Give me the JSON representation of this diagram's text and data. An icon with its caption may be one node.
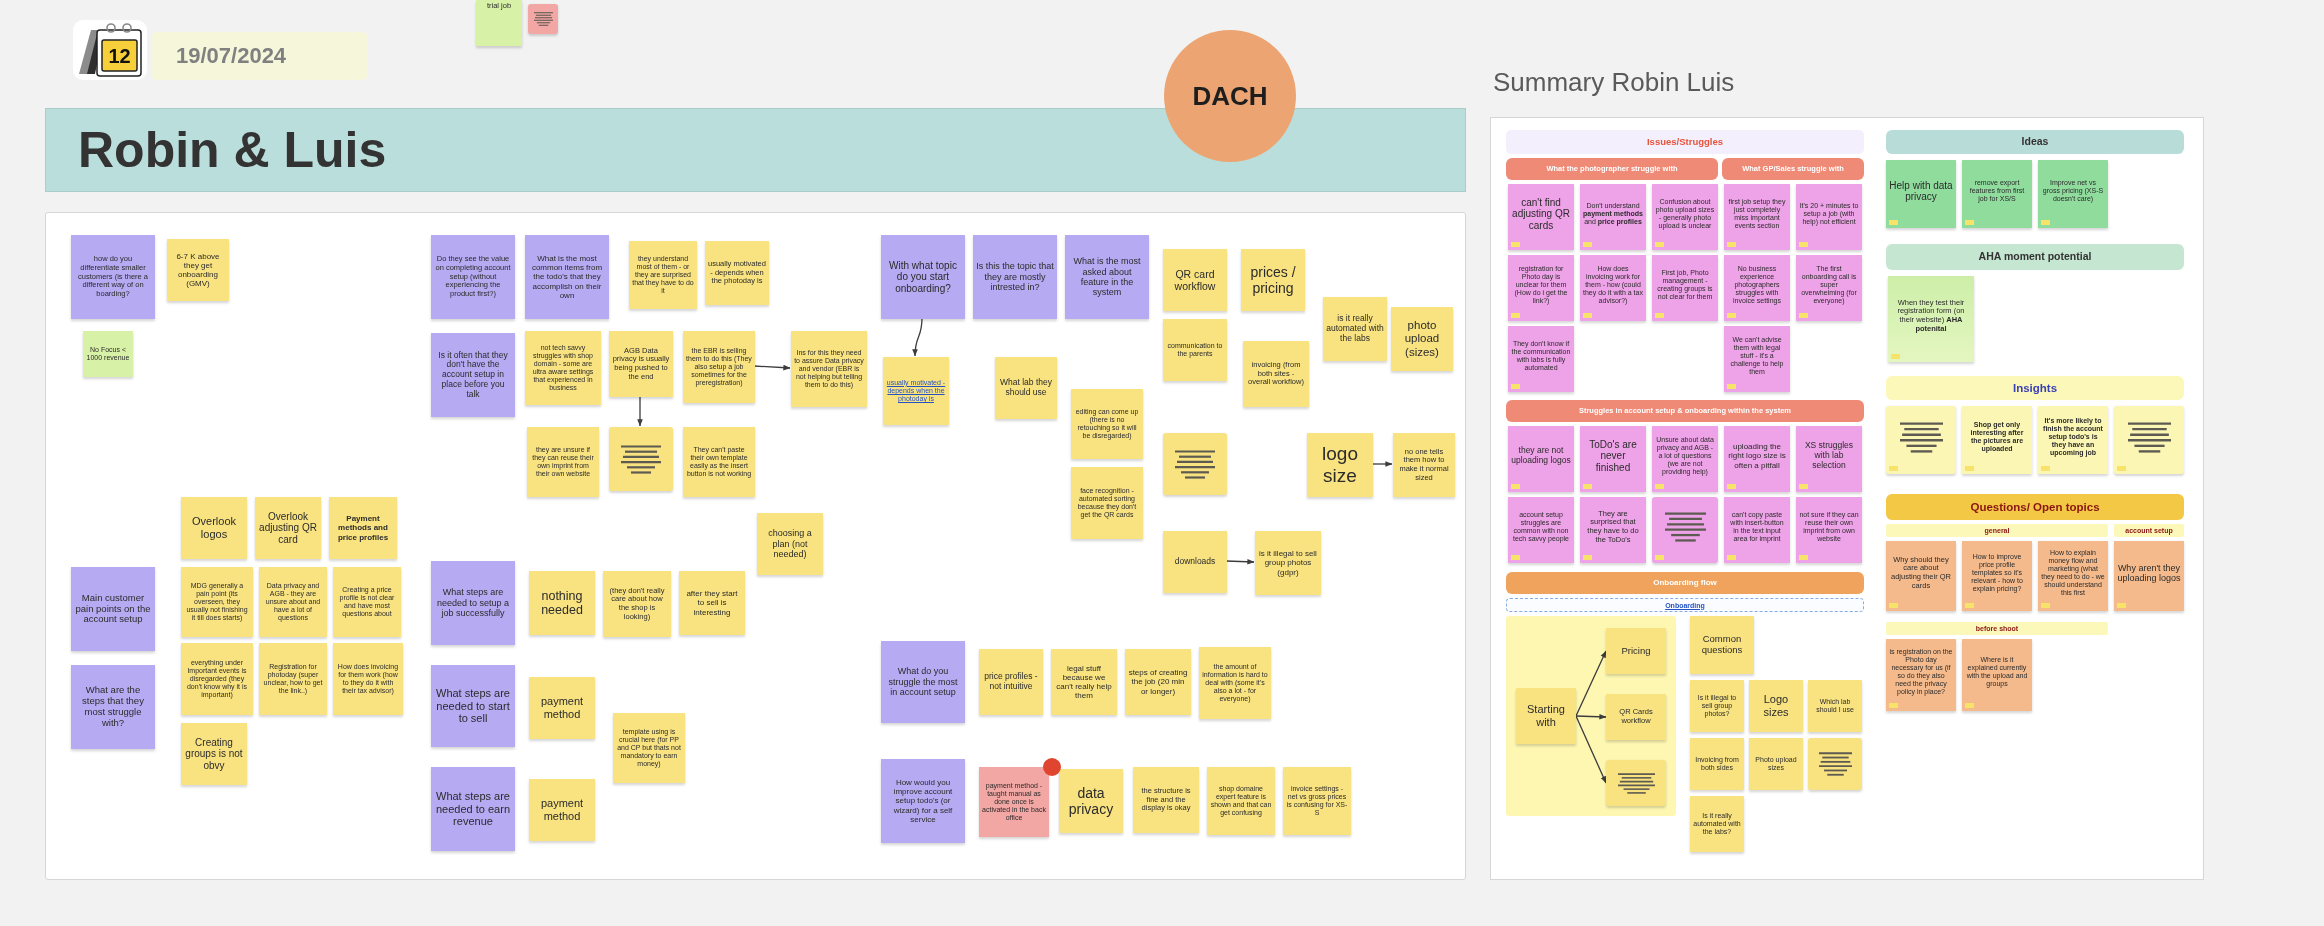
{
  "diagram": {
    "nodes": [
      {
        "text": [
          "12"
        ]
      },
      {
        "text": [
          "19/07/2024"
        ]
      },
      {
        "text": [
          "trial job"
        ]
      },
      {
        "text": [],
        "shape": "box"
      },
      {
        "text": [
          "Robin & Luis"
        ]
      },
      {
        "text": [
          "DACH"
        ]
      },
      {
        "text": [],
        "shape": "box"
      },
      {
        "text": [
          "how do you differentiate smaller customers (is there a different way of on boarding?"
        ],
        "in": 6
      },
      {
        "text": [
          "6-7 K above they get onboarding (GMV)"
        ],
        "in": 6
      },
      {
        "text": [
          "No Focus < 1000 revenue"
        ],
        "in": 6
      },
      {
        "text": [
          "Overlook logos"
        ],
        "in": 6
      },
      {
        "text": [
          "Overlook adjusting QR card"
        ],
        "in": 6
      },
      {
        "text": [
          "Payment methods and price profiles"
        ],
        "in": 6
      },
      {
        "text": [
          "Main customer pain points on the account setup"
        ],
        "in": 6
      },
      {
        "text": [
          "MDG generally a pain point (its overseen, they usually not finishing it till does starts)"
        ],
        "in": 6
      },
      {
        "text": [
          "Data privacy and AGB - they are unsure about and have a lot of questions"
        ],
        "in": 6
      },
      {
        "text": [
          "Creating a price profile is not clear and have most questions about"
        ],
        "in": 6
      },
      {
        "text": [
          "everything under Important events is disregarded (they don't know why it is important)"
        ],
        "in": 6
      },
      {
        "text": [
          "Registration for photoday (super unclear, how to get the link..)"
        ],
        "in": 6
      },
      {
        "text": [
          "How does invoicing for them work (how to they do it with their tax advisor)"
        ],
        "in": 6
      },
      {
        "text": [
          "What are the steps that they most struggle with?"
        ],
        "in": 6
      },
      {
        "text": [
          "Creating groups is not obvy"
        ],
        "in": 6
      },
      {
        "text": [
          "Do they see the value on completing account setup (without experiencing the product first?)"
        ],
        "in": 6
      },
      {
        "text": [
          "What is the most common items from the todo's that they accomplish on their own"
        ],
        "in": 6
      },
      {
        "text": [
          "they understand most of them - or they are surprised that they have to do it"
        ],
        "in": 6
      },
      {
        "text": [
          "usually motivated - depends when the photoday is"
        ],
        "in": 6
      },
      {
        "text": [
          "Is it often that they don't have the account setup in place before you talk"
        ],
        "in": 6
      },
      {
        "text": [
          "not tech savvy struggles with shop domain - some are ultra aware settings that experienced in business"
        ],
        "in": 6
      },
      {
        "text": [
          "AGB Data privacy is usually being pushed to the end"
        ],
        "in": 6
      },
      {
        "text": [
          "the EBR is selling them to do this (They also setup a job sometimes for the preregistration)"
        ],
        "in": 6
      },
      {
        "text": [
          "Ins for this they need to assure Data privacy and vendor (EBR is not helping but telling them to do this)"
        ],
        "in": 6
      },
      {
        "text": [
          "they are unsure if they can reuse their own imprint from their own website"
        ],
        "in": 6
      },
      {
        "text": [],
        "shape": "box",
        "in": 6
      },
      {
        "text": [
          "They can't paste their own template easily as the insert button is not working"
        ],
        "in": 6
      },
      {
        "text": [
          "What steps are needed to setup a job successfully"
        ],
        "in": 6
      },
      {
        "text": [
          "choosing a plan (not needed)"
        ],
        "in": 6
      },
      {
        "text": [
          "nothing needed"
        ],
        "in": 6
      },
      {
        "text": [
          "(they don't really care about how the shop is looking)"
        ],
        "in": 6
      },
      {
        "text": [
          "after they start to sell is interesting"
        ],
        "in": 6
      },
      {
        "text": [
          "What steps are needed to start to sell"
        ],
        "in": 6
      },
      {
        "text": [
          "payment method"
        ],
        "in": 6
      },
      {
        "text": [
          "template using is crucial here (for PP and CP but thats not mandatory to earn money)"
        ],
        "in": 6
      },
      {
        "text": [
          "What steps are needed to earn revenue"
        ],
        "in": 6
      },
      {
        "text": [
          "payment method"
        ],
        "in": 6
      },
      {
        "text": [
          "With what topic do you start onboarding?"
        ],
        "in": 6
      },
      {
        "text": [
          "Is this the topic that they are mostly intrested in?"
        ],
        "in": 6
      },
      {
        "text": [
          "What is the most asked about feature in the system"
        ],
        "in": 6
      },
      {
        "text": [
          "QR card workflow"
        ],
        "in": 6
      },
      {
        "text": [
          "prices / pricing"
        ],
        "in": 6
      },
      {
        "text": [
          "usually motivated - depends when the photoday is"
        ],
        "in": 6
      },
      {
        "text": [
          "What lab they should use"
        ],
        "in": 6
      },
      {
        "text": [
          "communication to the parents"
        ],
        "in": 6
      },
      {
        "text": [
          "is it really automated with the labs"
        ],
        "in": 6
      },
      {
        "text": [
          "photo upload (sizes)"
        ],
        "in": 6
      },
      {
        "text": [
          "invoicing (from both sites - overall workflow)"
        ],
        "in": 6
      },
      {
        "text": [
          "editing can come up (there is no retouching so it will be disregarded)"
        ],
        "in": 6
      },
      {
        "text": [],
        "shape": "box",
        "in": 6
      },
      {
        "text": [
          "logo size"
        ],
        "in": 6
      },
      {
        "text": [
          "no one tells them how to make it normal sized"
        ],
        "in": 6
      },
      {
        "text": [
          "face recognition - automated sorting because they don't get the QR cards"
        ],
        "in": 6
      },
      {
        "text": [
          "downloads"
        ],
        "in": 6
      },
      {
        "text": [
          "is it illegal to sell group photos (gdpr)"
        ],
        "in": 6
      },
      {
        "text": [
          "What do you struggle the most in account setup"
        ],
        "in": 6
      },
      {
        "text": [
          "price profiles - not intuitive"
        ],
        "in": 6
      },
      {
        "text": [
          "legal stuff because we can't really help them"
        ],
        "in": 6
      },
      {
        "text": [
          "steps of creating the job (20 min or longer)"
        ],
        "in": 6
      },
      {
        "text": [
          "the amount of information is hard to deal with (some it's also a lot - for everyone)"
        ],
        "in": 6
      },
      {
        "text": [
          "How would you improve account setup todo's (or wizard) for a self service"
        ],
        "in": 6
      },
      {
        "text": [
          "payment method - taught manual as done once is activated in the back office"
        ],
        "in": 6
      },
      {
        "text": [
          "data privacy"
        ],
        "in": 6
      },
      {
        "text": [
          "the structure is fine and the display is okay"
        ],
        "in": 6
      },
      {
        "text": [
          "shop domaine expert feature is shown and that can get confusing"
        ],
        "in": 6
      },
      {
        "text": [
          "invoice settings - net vs gross prices is confusing for XS-S"
        ],
        "in": 6
      },
      {
        "text": [
          "Summary Robin Luis"
        ]
      },
      {
        "text": [
          "Issues/Struggles"
        ],
        "in": 73
      },
      {
        "text": [
          "What the photographer struggle with"
        ],
        "in": 73
      },
      {
        "text": [
          "What GP/Sales struggle with"
        ],
        "in": 73
      },
      {
        "text": [
          "can't find adjusting QR cards"
        ],
        "in": 73
      },
      {
        "text": [
          "Don't understand **payment methods** and **price profiles**"
        ],
        "in": 73
      },
      {
        "text": [
          "Confusion about photo upload sizes - generally photo upload is unclear"
        ],
        "in": 73
      },
      {
        "text": [
          "first job setup they just completely miss important events section"
        ],
        "in": 73
      },
      {
        "text": [
          "It's 20 + minutes to setup a job (with help) not efficient"
        ],
        "in": 73
      },
      {
        "text": [
          "registration for Photo day is unclear for them (How do i get the link?)"
        ],
        "in": 73
      },
      {
        "text": [
          "How does invoicing work for them - how (could they do it with a tax advisor?)"
        ],
        "in": 73
      },
      {
        "text": [
          "First job, Photo management - creating groups is not clear for them"
        ],
        "in": 73
      },
      {
        "text": [
          "No business experience photographers struggles with invoice settings"
        ],
        "in": 73
      },
      {
        "text": [
          "The first onboarding call is super overwhelming (for everyone)"
        ],
        "in": 73
      },
      {
        "text": [
          "They don't know if the communication with labs is fully automated"
        ],
        "in": 73
      },
      {
        "text": [
          "We can't advise them with legal stuff - it's a challenge to help them"
        ],
        "in": 73
      },
      {
        "text": [
          "Struggles in account setup & onboarding within the system"
        ],
        "in": 73
      },
      {
        "text": [
          "they are not uploading logos"
        ],
        "in": 73
      },
      {
        "text": [
          "ToDo's are never finished"
        ],
        "in": 73
      },
      {
        "text": [
          "Unsure about data privacy and AGB - a lot of questions (we are not providing help)"
        ],
        "in": 73
      },
      {
        "text": [
          "uploading the right logo size is often a pitfall"
        ],
        "in": 73
      },
      {
        "text": [
          "XS struggles with lab selection"
        ],
        "in": 73
      },
      {
        "text": [
          "account setup struggles are common with non tech savvy people"
        ],
        "in": 73
      },
      {
        "text": [
          "They are surprised that they have to do the ToDo's"
        ],
        "in": 73
      },
      {
        "text": [],
        "shape": "box",
        "in": 73
      },
      {
        "text": [
          "can't copy paste with insert-button in the text input area for imprint"
        ],
        "in": 73
      },
      {
        "text": [
          "not sure if they can reuse their own imprint from own website"
        ],
        "in": 73
      },
      {
        "text": [
          "Onboarding flow"
        ],
        "in": 73
      },
      {
        "text": [
          "Onboarding"
        ],
        "in": 73
      },
      {
        "text": [],
        "shape": "box",
        "in": 73
      },
      {
        "text": [
          "Starting with"
        ],
        "in": 102
      },
      {
        "text": [
          "Pricing"
        ],
        "in": 102
      },
      {
        "text": [
          "QR Cards workflow"
        ],
        "in": 102
      },
      {
        "text": [],
        "shape": "box",
        "in": 102
      },
      {
        "text": [
          "Common questions"
        ],
        "in": 73
      },
      {
        "text": [
          "Is it illegal to sell group photos?"
        ],
        "in": 73
      },
      {
        "text": [
          "Logo sizes"
        ],
        "in": 73
      },
      {
        "text": [
          "Which lab should I use"
        ],
        "in": 73
      },
      {
        "text": [
          "Invoicing from both sides"
        ],
        "in": 73
      },
      {
        "text": [
          "Photo upload sizes"
        ],
        "in": 73
      },
      {
        "text": [],
        "shape": "box",
        "in": 73
      },
      {
        "text": [
          "Is it really automated with the labs?"
        ],
        "in": 73
      },
      {
        "text": [
          "Ideas"
        ],
        "in": 73
      },
      {
        "text": [
          "Help with data privacy"
        ],
        "in": 73
      },
      {
        "text": [
          "remove export features from first job for XS/S"
        ],
        "in": 73
      },
      {
        "text": [
          "Improve net vs gross pricing (XS-S doesn't care)"
        ],
        "in": 73
      },
      {
        "text": [
          "AHA moment potential"
        ],
        "in": 73
      },
      {
        "text": [
          "When they test their registration form (on their website) **AHA potenital**"
        ],
        "in": 73
      },
      {
        "text": [
          "Insights"
        ],
        "in": 73
      },
      {
        "text": [],
        "shape": "box",
        "in": 73
      },
      {
        "text": [
          "Shop get only interesting after the pictures are uploaded"
        ],
        "in": 73
      },
      {
        "text": [
          "It's more likely to finish the account setup todo's is they have an upcoming job"
        ],
        "in": 73
      },
      {
        "text": [],
        "shape": "box",
        "in": 73
      },
      {
        "text": [
          "Questions/ Open topics"
        ],
        "in": 73
      },
      {
        "text": [
          "general"
        ],
        "in": 73
      },
      {
        "text": [
          "account setup"
        ],
        "in": 73
      },
      {
        "text": [
          "Why should they care about adjusting their QR cards"
        ],
        "in": 73
      },
      {
        "text": [
          "How to improve price profile templates so it's relevant - how to explain pricing?"
        ],
        "in": 73
      },
      {
        "text": [
          "How to explain money flow and marketing (what they need to do - we should understand this first"
        ],
        "in": 73
      },
      {
        "text": [
          "Why aren't they uploading logos"
        ],
        "in": 73
      },
      {
        "text": [
          "before shoot"
        ],
        "in": 73
      },
      {
        "text": [
          "is registration on the Photo day necessary for us (if so do they also need the privacy policy in place?"
        ],
        "in": 73
      },
      {
        "text": [
          "Where is it explained currently with the upload and groups"
        ],
        "in": 73
      }
    ],
    "edges": [
      {
        "from": 28,
        "to": 32,
        "arrow": "to"
      },
      {
        "from": 29,
        "to": 30,
        "arrow": "to"
      },
      {
        "from": 44,
        "to": 49,
        "arrow": "to"
      },
      {
        "from": 57,
        "to": 58,
        "arrow": "to"
      },
      {
        "from": 60,
        "to": 61,
        "arrow": "to"
      },
      {
        "from": 103,
        "to": 104,
        "arrow": "to"
      },
      {
        "from": 103,
        "to": 105,
        "arrow": "to"
      },
      {
        "from": 103,
        "to": 106,
        "arrow": "to"
      }
    ]
  }
}
